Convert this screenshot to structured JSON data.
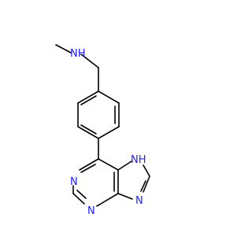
{
  "molecule": {
    "atoms": {
      "amine_n": "NH",
      "imidazole_nh": "NH",
      "pyrimidine_n_top": "N",
      "pyrimidine_n_bottom": "N",
      "imidazole_n": "N"
    },
    "colors": {
      "bond": "#000000",
      "nitrogen": "#2020ff",
      "background": "#ffffff"
    }
  }
}
